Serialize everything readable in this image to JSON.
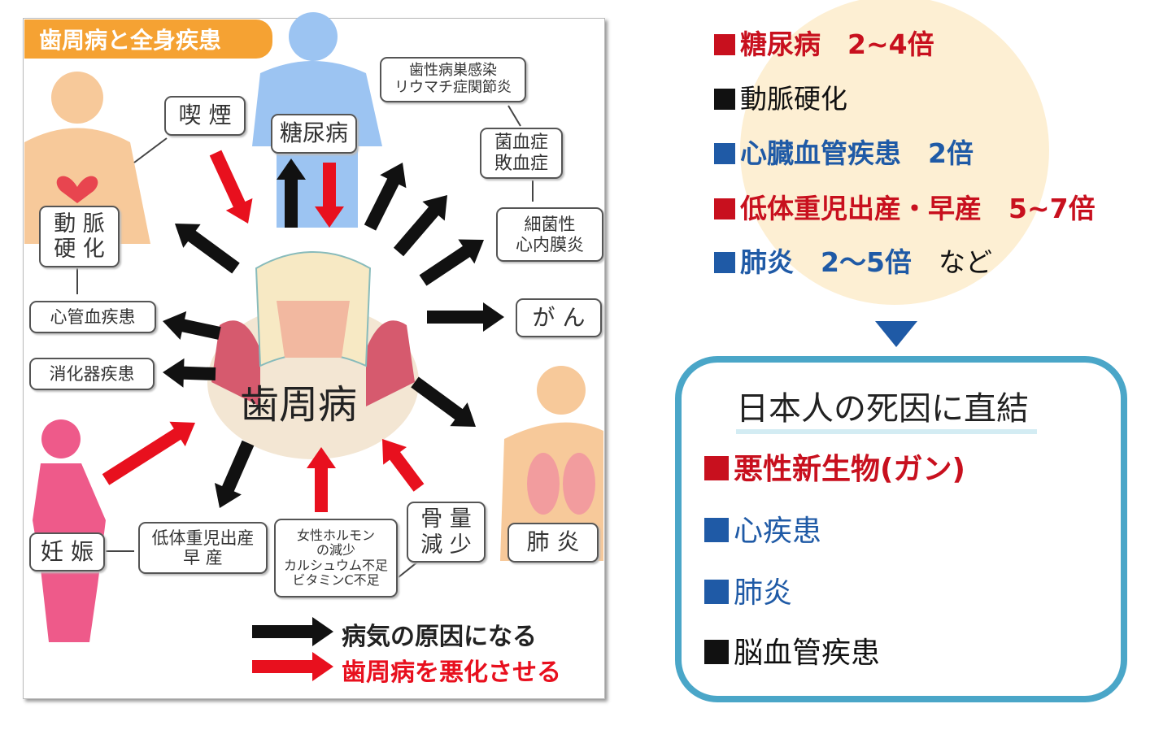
{
  "left_panel": {
    "title": "歯周病と全身疾患",
    "center": "歯周病",
    "boxes": {
      "smoking": "喫 煙",
      "diabetes": "糖尿病",
      "focal_infection": [
        "歯性病巣感染",
        "リウマチ症関節炎"
      ],
      "bacteremia": [
        "菌血症",
        "敗血症"
      ],
      "endocarditis": [
        "細菌性",
        "心内膜炎"
      ],
      "arteriosclerosis": [
        "動 脈",
        "硬 化"
      ],
      "cardiovascular": "心管血疾患",
      "digestive": "消化器疾患",
      "cancer": "が ん",
      "pregnancy": "妊 娠",
      "low_birth_weight": [
        "低体重児出産",
        "早 産"
      ],
      "hormone": [
        "女性ホルモン",
        "の減少",
        "カルシュウム不足",
        "ビタミンC不足"
      ],
      "bone_loss": [
        "骨 量",
        "減 少"
      ],
      "pneumonia": "肺 炎"
    },
    "legend": {
      "black": "病気の原因になる",
      "red": "歯周病を悪化させる"
    }
  },
  "risk_list": [
    {
      "label": "糖尿病　2~4倍",
      "color": "#c8101e"
    },
    {
      "label": "動脈硬化",
      "color": "#111111"
    },
    {
      "label": "心臓血管疾患　2倍",
      "color": "#1f5aa6"
    },
    {
      "label": "低体重児出産・早産　5~7倍",
      "color": "#c8101e"
    },
    {
      "label": "肺炎　2～5倍",
      "suffix": "　など",
      "color": "#1f5aa6"
    }
  ],
  "death_box": {
    "title": "日本人の死因に直結",
    "items": [
      {
        "label": "悪性新生物(ガン)",
        "color": "#c8101e"
      },
      {
        "label": "心疾患",
        "color": "#1f5aa6"
      },
      {
        "label": "肺炎",
        "color": "#1f5aa6"
      },
      {
        "label": "脳血管疾患",
        "color": "#111111"
      }
    ]
  }
}
